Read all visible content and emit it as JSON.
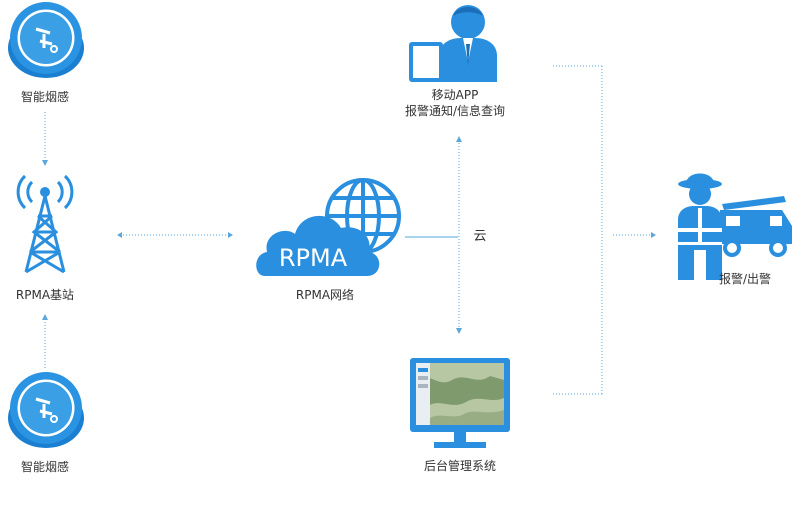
{
  "nodes": {
    "smoke_top": {
      "label": "智能烟感",
      "icon": "smoke-detector-icon"
    },
    "base_station": {
      "label": "RPMA基站",
      "icon": "antenna-tower-icon"
    },
    "smoke_bottom": {
      "label": "智能烟感",
      "icon": "smoke-detector-icon"
    },
    "network": {
      "label": "RPMA网络",
      "icon": "cloud-globe-icon",
      "logo_text": "RPMA"
    },
    "mobile_app": {
      "line1": "移动APP",
      "line2": "报警通知/信息查询",
      "icon": "person-tablet-icon"
    },
    "backend": {
      "label": "后台管理系统",
      "icon": "monitor-map-icon"
    },
    "alarm": {
      "label": "报警/出警",
      "icon": "firefighter-truck-icon"
    },
    "cloud_label": "云"
  },
  "colors": {
    "accent": "#1f8fe0",
    "line": "#5aa7dc",
    "text": "#333333"
  }
}
